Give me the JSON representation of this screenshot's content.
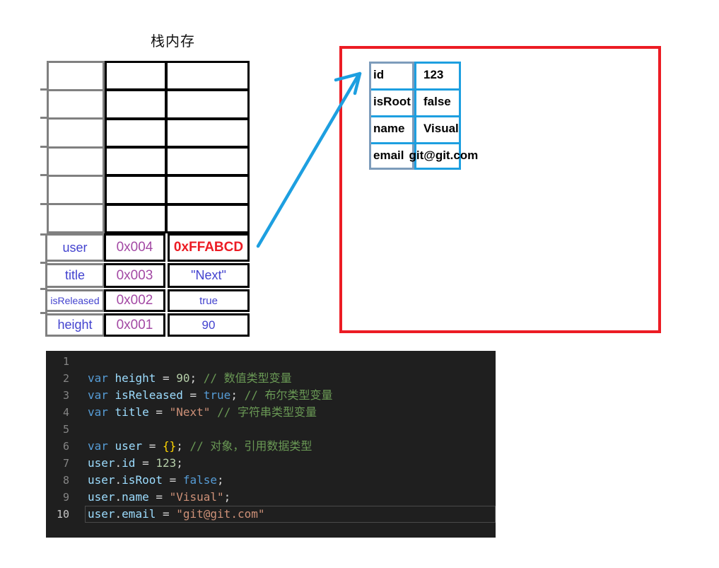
{
  "title": "栈内存",
  "stack": {
    "rows": [
      {
        "label": "user",
        "address": "0x004",
        "value": "0xFFABCD"
      },
      {
        "label": "title",
        "address": "0x003",
        "value": "\"Next\""
      },
      {
        "label": "isReleased",
        "address": "0x002",
        "value": "true"
      },
      {
        "label": "height",
        "address": "0x001",
        "value": "90"
      }
    ]
  },
  "heap": {
    "rows": [
      {
        "key": "id",
        "value": "123"
      },
      {
        "key": "isRoot",
        "value": "false"
      },
      {
        "key": "name",
        "value": "Visual"
      },
      {
        "key": "email",
        "value": "git@git.com"
      }
    ]
  },
  "code": {
    "lines": [
      {
        "num": "1",
        "tokens": []
      },
      {
        "num": "2",
        "tokens": [
          {
            "t": "var",
            "c": "kw"
          },
          {
            "t": " ",
            "c": "pl"
          },
          {
            "t": "height",
            "c": "id"
          },
          {
            "t": " = ",
            "c": "pl"
          },
          {
            "t": "90",
            "c": "num"
          },
          {
            "t": "; ",
            "c": "pl"
          },
          {
            "t": "// 数值类型变量",
            "c": "com"
          }
        ]
      },
      {
        "num": "3",
        "tokens": [
          {
            "t": "var",
            "c": "kw"
          },
          {
            "t": " ",
            "c": "pl"
          },
          {
            "t": "isReleased",
            "c": "id"
          },
          {
            "t": " = ",
            "c": "pl"
          },
          {
            "t": "true",
            "c": "kw"
          },
          {
            "t": "; ",
            "c": "pl"
          },
          {
            "t": "// 布尔类型变量",
            "c": "com"
          }
        ]
      },
      {
        "num": "4",
        "tokens": [
          {
            "t": "var",
            "c": "kw"
          },
          {
            "t": " ",
            "c": "pl"
          },
          {
            "t": "title",
            "c": "id"
          },
          {
            "t": " = ",
            "c": "pl"
          },
          {
            "t": "\"Next\"",
            "c": "str"
          },
          {
            "t": " ",
            "c": "pl"
          },
          {
            "t": "// 字符串类型变量",
            "c": "com"
          }
        ]
      },
      {
        "num": "5",
        "tokens": []
      },
      {
        "num": "6",
        "tokens": [
          {
            "t": "var",
            "c": "kw"
          },
          {
            "t": " ",
            "c": "pl"
          },
          {
            "t": "user",
            "c": "id"
          },
          {
            "t": " = ",
            "c": "pl"
          },
          {
            "t": "{}",
            "c": "br"
          },
          {
            "t": "; ",
            "c": "pl"
          },
          {
            "t": "// 对象，引用数据类型",
            "c": "com"
          }
        ]
      },
      {
        "num": "7",
        "tokens": [
          {
            "t": "user",
            "c": "id"
          },
          {
            "t": ".",
            "c": "pl"
          },
          {
            "t": "id",
            "c": "id"
          },
          {
            "t": " = ",
            "c": "pl"
          },
          {
            "t": "123",
            "c": "num"
          },
          {
            "t": ";",
            "c": "pl"
          }
        ]
      },
      {
        "num": "8",
        "tokens": [
          {
            "t": "user",
            "c": "id"
          },
          {
            "t": ".",
            "c": "pl"
          },
          {
            "t": "isRoot",
            "c": "id"
          },
          {
            "t": " = ",
            "c": "pl"
          },
          {
            "t": "false",
            "c": "kw"
          },
          {
            "t": ";",
            "c": "pl"
          }
        ]
      },
      {
        "num": "9",
        "tokens": [
          {
            "t": "user",
            "c": "id"
          },
          {
            "t": ".",
            "c": "pl"
          },
          {
            "t": "name",
            "c": "id"
          },
          {
            "t": " = ",
            "c": "pl"
          },
          {
            "t": "\"Visual\"",
            "c": "str"
          },
          {
            "t": ";",
            "c": "pl"
          }
        ]
      },
      {
        "num": "10",
        "active": true,
        "tokens": [
          {
            "t": "user",
            "c": "id"
          },
          {
            "t": ".",
            "c": "pl"
          },
          {
            "t": "email",
            "c": "id"
          },
          {
            "t": " = ",
            "c": "pl"
          },
          {
            "t": "\"git@git.com\"",
            "c": "str"
          }
        ]
      }
    ]
  },
  "colors": {
    "stack_label": "#4343CF",
    "stack_address": "#A349A4",
    "stack_value": "#4343CF",
    "pointer_value": "#EC1C24",
    "heap_border": "#EC1C24",
    "object_table_border": "#1D9FE0",
    "object_keycol_border": "#7D9CBB",
    "arrow": "#1D9FE0",
    "code_background": "#1F1F1F"
  }
}
